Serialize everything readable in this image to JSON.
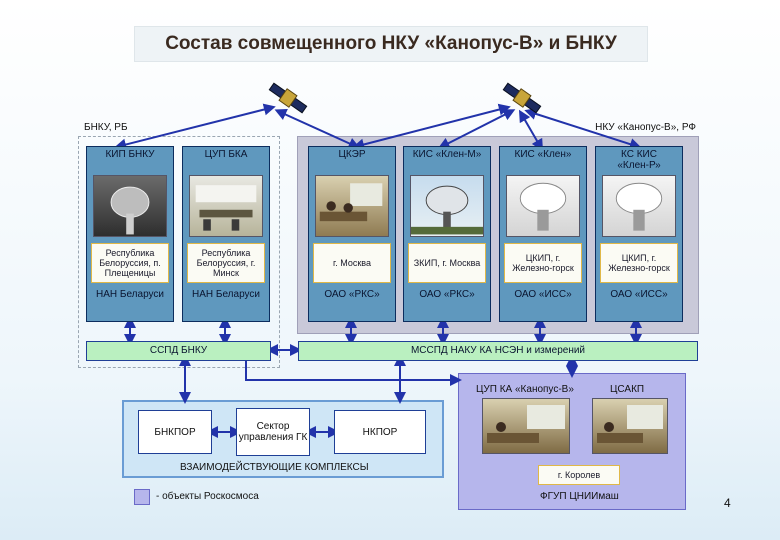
{
  "title": "Состав совмещенного НКУ «Канопус-В» и БНКУ",
  "labels": {
    "bnku_rb": "БНКУ, РБ",
    "nku_kanopus": "НКУ «Канопус-В», РФ"
  },
  "columns": [
    {
      "header": "КИП БНКУ",
      "location": "Республика Белоруссия, п. Плещеницы",
      "org": "НАН Беларуси",
      "photo": "antenna"
    },
    {
      "header": "ЦУП БКА",
      "location": "Республика Белоруссия, г. Минск",
      "org": "НАН Беларуси",
      "photo": "room"
    },
    {
      "header": "ЦКЭР",
      "location": "г. Москва",
      "org": "ОАО «РКС»",
      "photo": "room"
    },
    {
      "header": "КИС «Клен-М»",
      "location": "ЗКИП, г. Москва",
      "org": "ОАО «РКС»",
      "photo": "antenna"
    },
    {
      "header": "КИС «Клен»",
      "location": "ЦКИП, г. Железно-горск",
      "org": "ОАО «ИСС»",
      "photo": "antenna"
    },
    {
      "header": "КС КИС «Клен-Р»",
      "location": "ЦКИП, г. Железно-горск",
      "org": "ОАО «ИСС»",
      "photo": "antenna"
    }
  ],
  "networks": {
    "sspd": "ССПД БНКУ",
    "msspd": "МССПД НАКУ КА НСЭН и измерений"
  },
  "interacting": {
    "bnkpor": "БНКПОР",
    "sector": "Сектор управления ГК",
    "nkpor": "НКПОР",
    "caption": "ВЗАИМОДЕЙСТВУЮЩИЕ КОМПЛЕКСЫ"
  },
  "mcc": {
    "cup": "ЦУП КА «Канопус-В»",
    "csakp": "ЦСАКП",
    "city": "г. Королев",
    "org": "ФГУП ЦНИИмаш"
  },
  "legend": "- объекты Роскосмоса",
  "page_number": "4",
  "colors": {
    "column": "#5f98be",
    "roscosmos": "#b6b6ec",
    "network_bar": "#baf0c0",
    "arrow": "#2233aa"
  }
}
